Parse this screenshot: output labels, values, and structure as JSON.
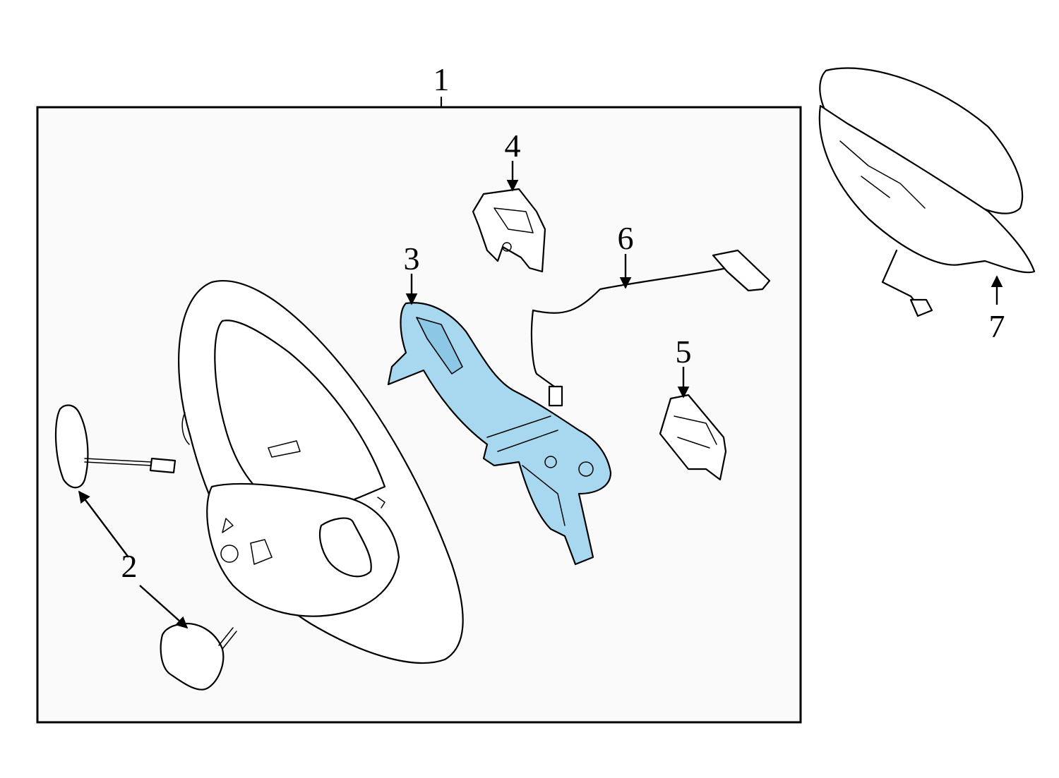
{
  "diagram": {
    "callouts": [
      {
        "id": "1",
        "label": "1"
      },
      {
        "id": "2",
        "label": "2"
      },
      {
        "id": "3",
        "label": "3"
      },
      {
        "id": "4",
        "label": "4"
      },
      {
        "id": "5",
        "label": "5"
      },
      {
        "id": "6",
        "label": "6"
      },
      {
        "id": "7",
        "label": "7"
      }
    ],
    "colors": {
      "highlight_fill": "#a8d8ef",
      "line": "#000000",
      "background": "#ffffff"
    }
  }
}
